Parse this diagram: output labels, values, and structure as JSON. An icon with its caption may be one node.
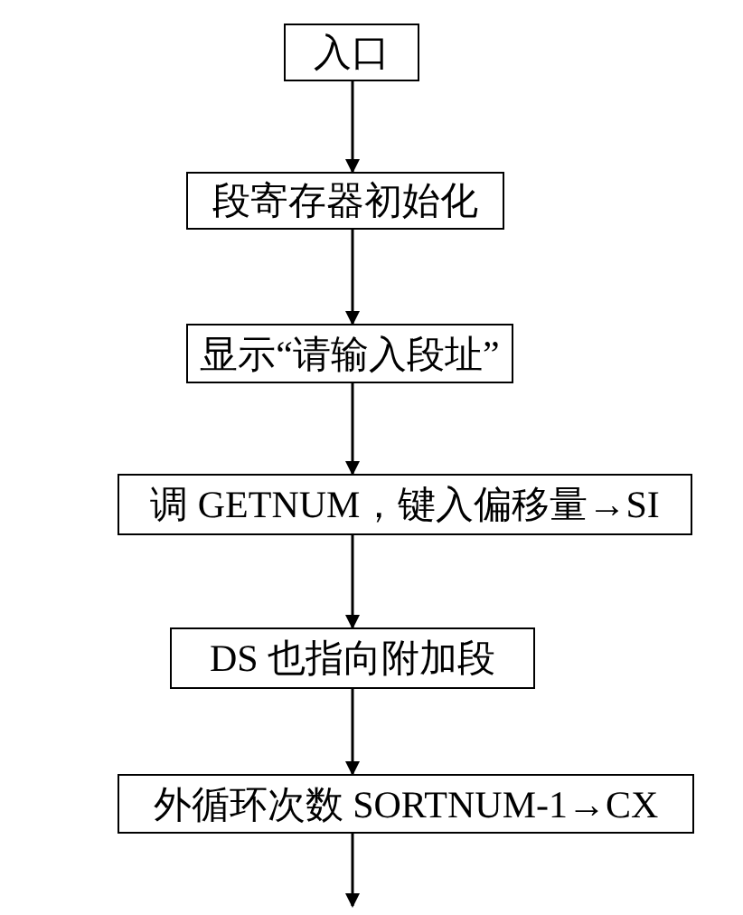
{
  "diagram": {
    "nodes": [
      {
        "text": [
          "入口"
        ]
      },
      {
        "text": [
          "段寄存器初始化"
        ]
      },
      {
        "text": [
          "显示“请输入段址”"
        ]
      },
      {
        "text": [
          "调 GETNUM，键入偏移量→SI"
        ]
      },
      {
        "text": [
          "DS 也指向附加段"
        ]
      },
      {
        "text": [
          "外循环次数 SORTNUM-1→CX"
        ]
      }
    ],
    "edges": [
      {
        "from": 0,
        "to": 1,
        "arrow": "to"
      },
      {
        "from": 1,
        "to": 2,
        "arrow": "to"
      },
      {
        "from": 2,
        "to": 3,
        "arrow": "to"
      },
      {
        "from": 3,
        "to": 4,
        "arrow": "to"
      },
      {
        "from": 4,
        "to": 5,
        "arrow": "to"
      },
      {
        "from": 5,
        "to": null,
        "arrow": "to"
      }
    ]
  }
}
